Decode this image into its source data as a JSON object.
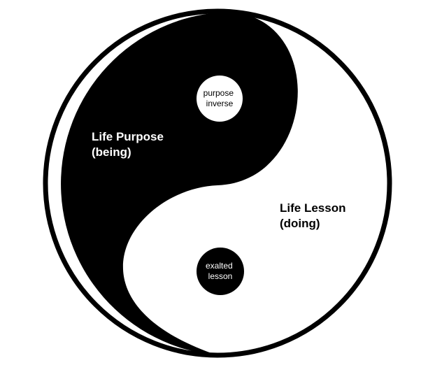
{
  "diagram": {
    "black_half": {
      "label_line1": "Life Purpose",
      "label_line2": "(being)",
      "color": "#000000"
    },
    "white_half": {
      "label_line1": "Life Lesson",
      "label_line2": "(doing)",
      "color": "#ffffff"
    },
    "top_dot": {
      "label_line1": "purpose",
      "label_line2": "inverse",
      "color": "#ffffff"
    },
    "bottom_dot": {
      "label_line1": "exalted",
      "label_line2": "lesson",
      "color": "#000000"
    }
  }
}
